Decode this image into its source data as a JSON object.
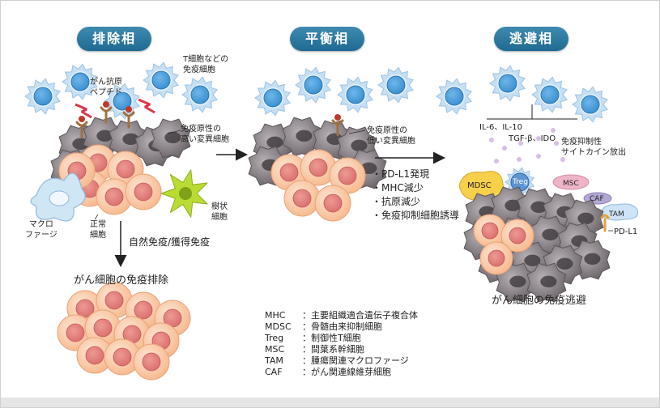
{
  "phases": {
    "elimination": "排除相",
    "equilibrium": "平衡相",
    "escape": "逃避相"
  },
  "labels": {
    "t_cells": "T細胞などの\n免疫細胞",
    "peptide": "がん抗原\nペプチド",
    "high_immuno": "免疫原性の\n高い変異細胞",
    "macrophage": "マクロ\nファージ",
    "normal_cell": "正常\n細胞",
    "dendritic": "樹状\n細胞",
    "innate": "自然免疫/獲得免疫",
    "elimination_result": "がん細胞の免疫排除",
    "low_immuno": "免疫原性の\n低い変異細胞",
    "cytokines1": "IL-6、IL-10",
    "cytokines2": "TGF-β、IDO",
    "cytokine_release": "免疫抑制性\nサイトカイン放出",
    "mdsc": "MDSC",
    "treg": "Treg",
    "msc": "MSC",
    "caf": "CAF",
    "tam": "TAM",
    "pdl1": "PD-L1",
    "escape_result": "がん細胞の免疫逃避"
  },
  "bullets": [
    "・PD-L1発現",
    "・MHC減少",
    "・抗原減少",
    "・免疫抑制細胞誘導"
  ],
  "abbreviations": [
    {
      "abbr": "MHC",
      "desc": "：主要組織適合遺伝子複合体"
    },
    {
      "abbr": "MDSC",
      "desc": "：骨髄由来抑制細胞"
    },
    {
      "abbr": "Treg",
      "desc": "：制御性T細胞"
    },
    {
      "abbr": "MSC",
      "desc": "：間葉系幹細胞"
    },
    {
      "abbr": "TAM",
      "desc": "：腫瘍関連マクロファージ"
    },
    {
      "abbr": "CAF",
      "desc": "：がん関連線維芽細胞"
    }
  ],
  "colors": {
    "pill": "#2a76a0",
    "tcell": "#3a8fd0",
    "tumor": "#8a8288",
    "normal_cell": "#f7b98e",
    "nucleus": "#d9706e",
    "dendritic": "#b9dc34",
    "macrophage": "#cfe6f5",
    "mdsc": "#f6cf4b",
    "treg": "#5c95d0",
    "msc": "#eeb4c8",
    "caf": "#b3a8d3",
    "tam": "#cfe3f6",
    "peptide": "#c0392b",
    "receptor": "#a07040",
    "lightning": "#e0334a",
    "cytokine_dot": "#d8bfe4"
  }
}
